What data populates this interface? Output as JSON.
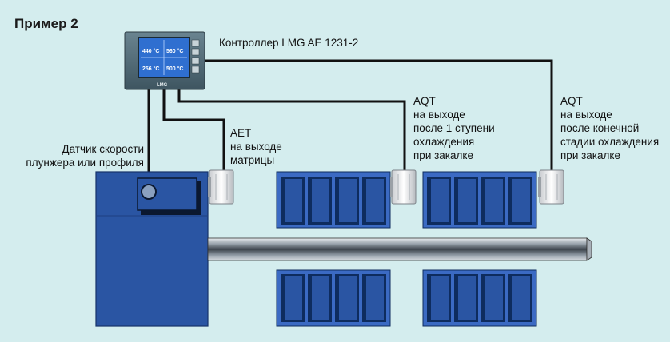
{
  "title": "Пример 2",
  "controller": {
    "label": "Контроллер LMG AE 1231-2",
    "brand": "LMG",
    "readings": [
      "440 °C",
      "560 °C",
      "256 °C",
      "500 °C"
    ]
  },
  "sensors": {
    "speed": [
      "Датчик скорости",
      "плунжера или профиля"
    ],
    "aet": [
      "AET",
      "на выходе",
      "матрицы"
    ],
    "aqt1": [
      "AQT",
      "на выходе",
      "после 1 ступени",
      "охлаждения",
      "при закалке"
    ],
    "aqt2": [
      "AQT",
      "на выходе",
      "после конечной",
      "стадии охлаждения",
      "при закалке"
    ]
  },
  "colors": {
    "background": "#d4edee",
    "press_blue": "#2a55a3",
    "cooler_dark": "#0e2c5e",
    "cable": "#111111",
    "screen_blue": "#2f6fd0",
    "rail_grey": "#5c6670"
  }
}
